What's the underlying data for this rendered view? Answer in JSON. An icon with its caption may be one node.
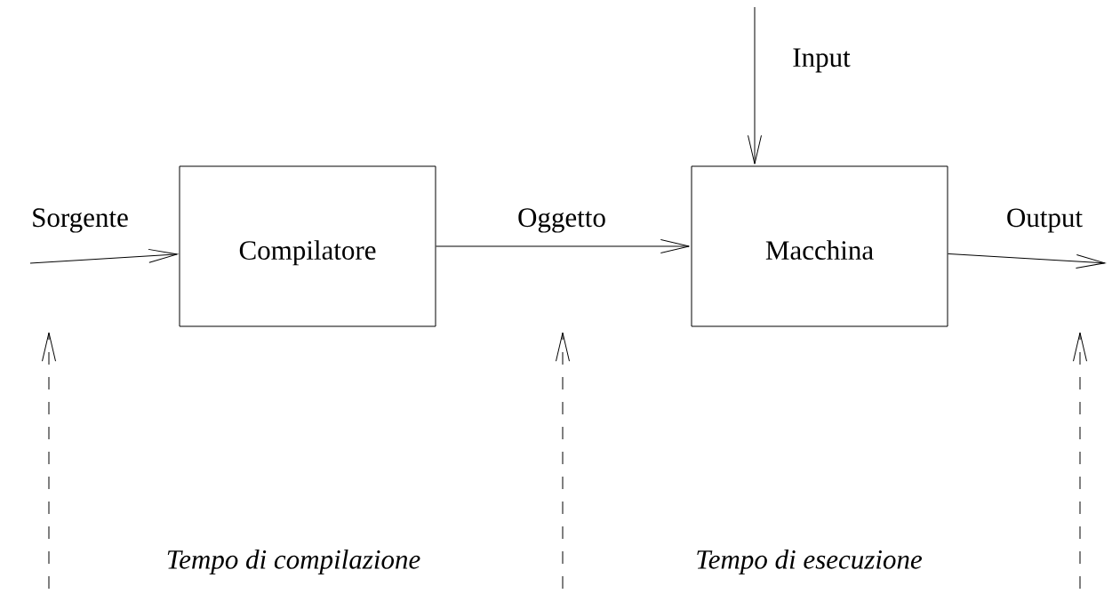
{
  "diagram": {
    "nodes": [
      {
        "text": [
          "Compilatore"
        ]
      },
      {
        "text": [
          "Macchina"
        ]
      }
    ],
    "edges": [
      {
        "from": null,
        "to": 0,
        "arrow": "to",
        "label": "Sorgente"
      },
      {
        "from": 0,
        "to": 1,
        "arrow": "to",
        "label": "Oggetto"
      },
      {
        "from": 1,
        "to": null,
        "arrow": "to",
        "label": "Output"
      },
      {
        "from": null,
        "to": 1,
        "arrow": "to",
        "label": "Input"
      }
    ],
    "labels": [
      "Tempo di compilazione",
      "Tempo di esecuzione"
    ]
  }
}
